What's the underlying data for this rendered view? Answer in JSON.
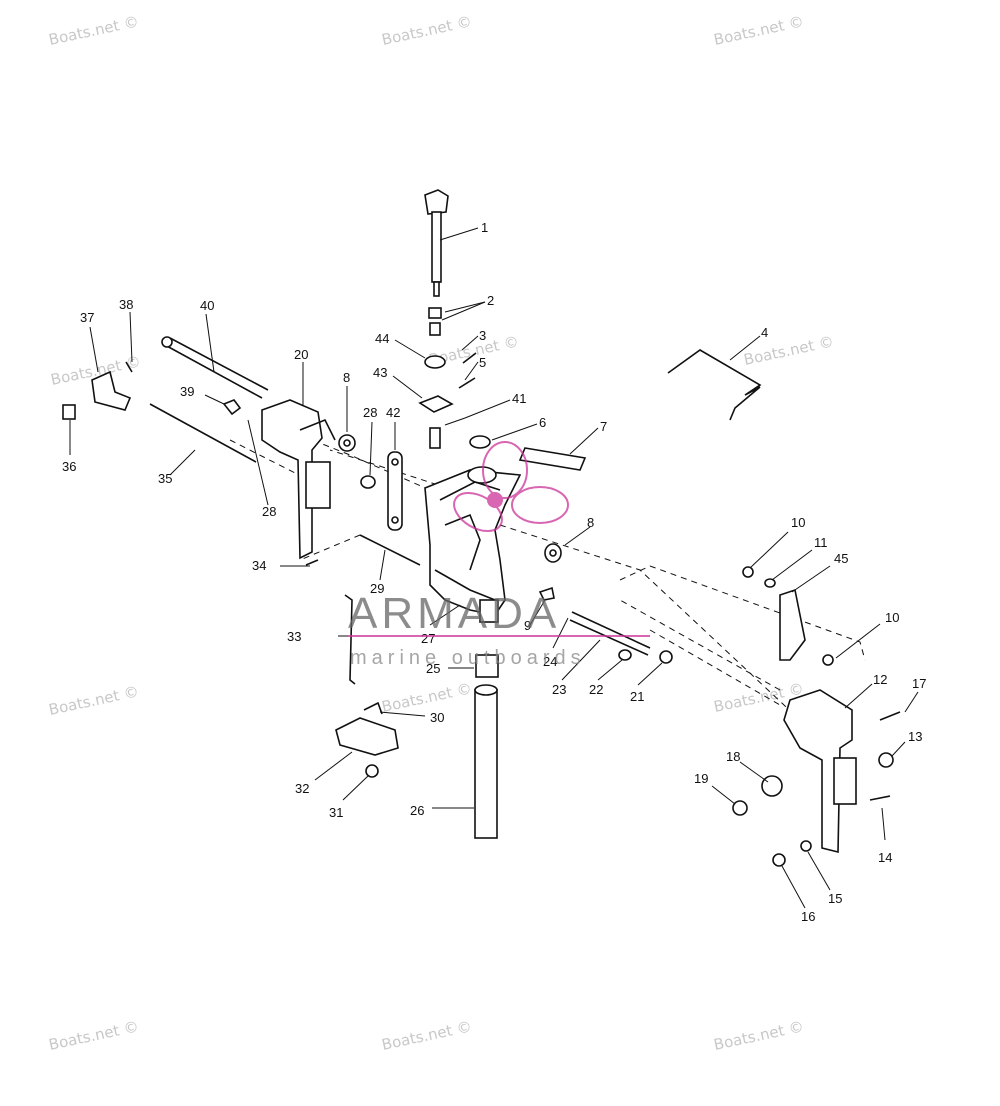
{
  "watermark_text": "Boats.net ©",
  "brand": {
    "name": "ARMADA",
    "tagline": "marine outboards",
    "accent_color": "#cc3399"
  },
  "callouts": [
    "1",
    "2",
    "3",
    "4",
    "5",
    "6",
    "7",
    "8",
    "8",
    "9",
    "10",
    "10",
    "11",
    "12",
    "13",
    "14",
    "15",
    "16",
    "17",
    "18",
    "19",
    "20",
    "21",
    "22",
    "23",
    "24",
    "25",
    "26",
    "27",
    "28",
    "28",
    "29",
    "30",
    "31",
    "32",
    "33",
    "34",
    "35",
    "36",
    "37",
    "38",
    "39",
    "40",
    "41",
    "42",
    "43",
    "44",
    "45"
  ]
}
